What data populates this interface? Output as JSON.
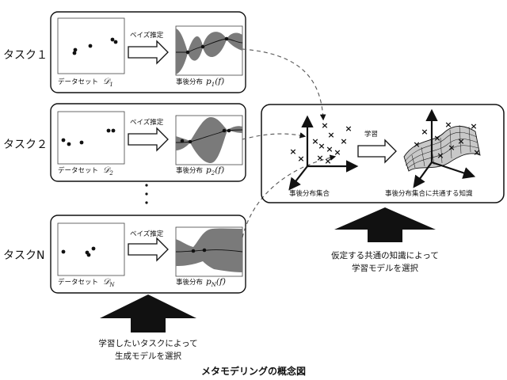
{
  "tasks": [
    {
      "label": "タスク１",
      "dataset_caption": "データセット",
      "dataset_symbol": "𝒟",
      "dataset_sub": "1",
      "posterior_caption": "事後分布",
      "posterior_symbol": "p",
      "posterior_sub": "1",
      "posterior_arg": "(f)"
    },
    {
      "label": "タスク２",
      "dataset_caption": "データセット",
      "dataset_symbol": "𝒟",
      "dataset_sub": "2",
      "posterior_caption": "事後分布",
      "posterior_symbol": "p",
      "posterior_sub": "2",
      "posterior_arg": "(f)"
    },
    {
      "label": "タスクN",
      "dataset_caption": "データセット",
      "dataset_symbol": "𝒟",
      "dataset_sub": "N",
      "posterior_caption": "事後分布",
      "posterior_symbol": "p",
      "posterior_sub": "N",
      "posterior_arg": "(f)"
    }
  ],
  "inference_label": "ベイズ推定",
  "vertical_ellipsis": "⋮",
  "right_panel": {
    "learning_label": "学習",
    "set_caption": "事後分布集合",
    "shared_caption": "事後分布集合に共通する知識"
  },
  "knowledge_note": [
    "仮定する共通の知識によって",
    "学習モデルを選択"
  ],
  "generative_note": [
    "学習したいタスクによって",
    "生成モデルを選択"
  ],
  "footer_title": "メタモデリングの概念図",
  "colors": {
    "band": "#777777",
    "arrow": "#111111",
    "dash": "#555555"
  }
}
